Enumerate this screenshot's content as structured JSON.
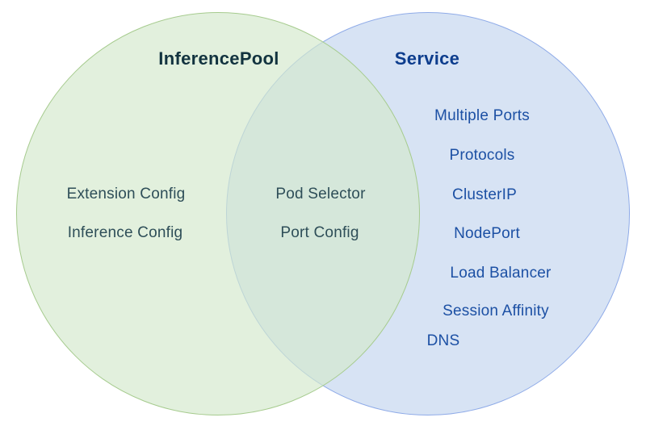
{
  "diagram": {
    "type": "venn",
    "left_circle": {
      "title": "InferencePool",
      "items": [
        "Extension Config",
        "Inference Config"
      ],
      "fill_color": "#e2f0dd",
      "border_color": "#a6cb8e",
      "title_color": "#12333f",
      "text_color": "#2e4e58"
    },
    "right_circle": {
      "title": "Service",
      "items": [
        "Multiple Ports",
        "Protocols",
        "ClusterIP",
        "NodePort",
        "Load Balancer",
        "Session Affinity",
        "DNS"
      ],
      "fill_color": "#d7e3f4",
      "border_color": "#8fabe8",
      "title_color": "#0d3d8d",
      "text_color": "#1c50a4"
    },
    "intersection": {
      "items": [
        "Pod Selector",
        "Port Config"
      ]
    }
  }
}
